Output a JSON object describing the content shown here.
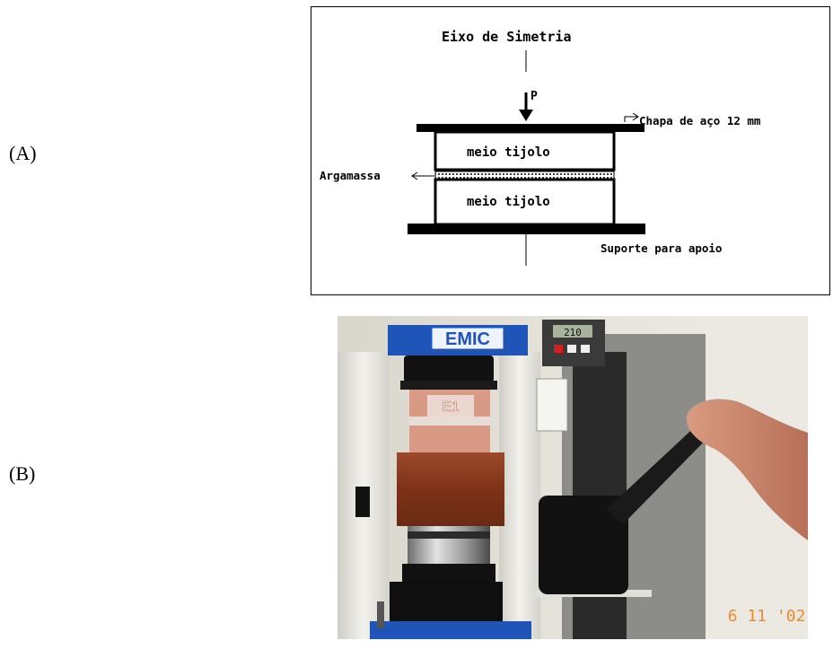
{
  "panels": {
    "a_label": "(A)",
    "b_label": "(B)"
  },
  "diagram": {
    "symmetry_axis_label": "Eixo de Simetria",
    "load_label": "P",
    "steel_plate_label": "Chapa de aço 12 mm",
    "upper_brick_label": "meio tijolo",
    "lower_brick_label": "meio tijolo",
    "mortar_label": "Argamassa",
    "support_label": "Suporte para apoio"
  },
  "photo": {
    "machine_brand": "EMIC",
    "display_reading": "210",
    "specimen_mark": "E1",
    "date_stamp": "6 11 '02"
  },
  "colors": {
    "machine_blue": "#1f55b8",
    "wood": "#8a3a20",
    "wall": "#e3e0d6"
  }
}
